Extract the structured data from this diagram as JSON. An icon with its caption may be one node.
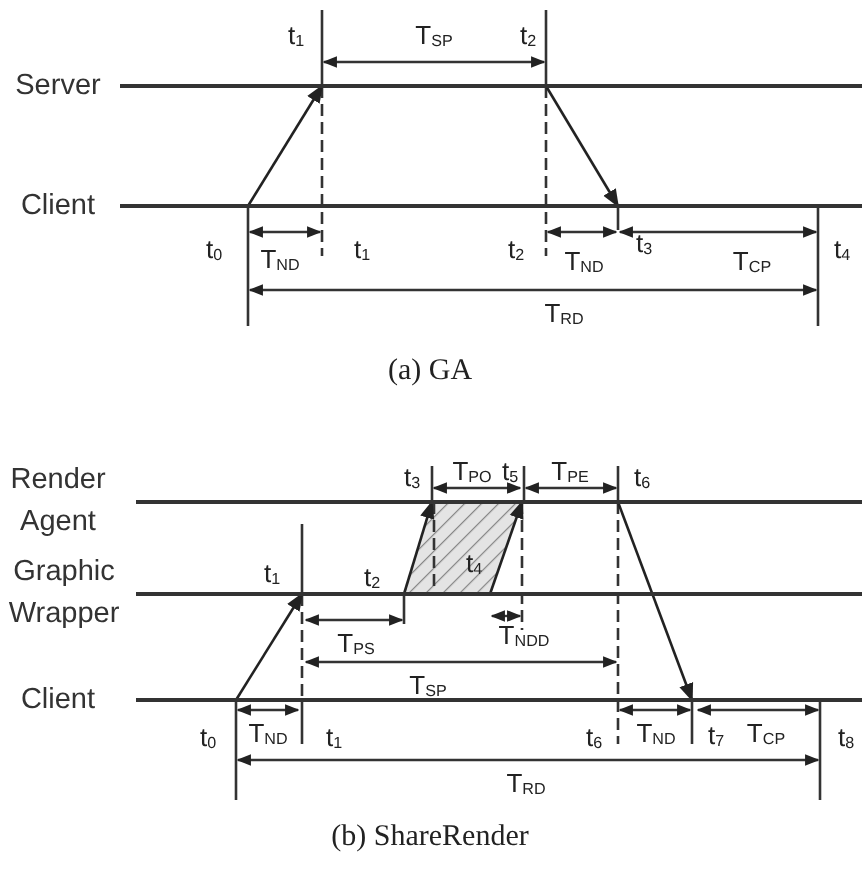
{
  "diagram": {
    "nodes": [
      {
        "text": [
          "Server"
        ]
      },
      {
        "text": [
          "Client"
        ]
      },
      {
        "text": [
          "Render Agent"
        ]
      },
      {
        "text": [
          "Graphic Wrapper"
        ]
      },
      {
        "text": [
          "Client"
        ]
      }
    ],
    "edges": [
      {
        "from": 1,
        "to": 0,
        "arrow": "to"
      },
      {
        "from": 0,
        "to": 1,
        "arrow": "to"
      },
      {
        "from": 4,
        "to": 3,
        "arrow": "to"
      },
      {
        "from": 3,
        "to": 2,
        "arrow": "to"
      },
      {
        "from": 3,
        "to": 2,
        "arrow": "to"
      },
      {
        "from": 2,
        "to": 4,
        "arrow": "to"
      }
    ],
    "labels": [
      "t$_{1}$",
      "T$_{SP}$",
      "t$_{2}$",
      "t$_{0}$",
      "T$_{ND}$",
      "t$_{1}$",
      "t$_{2}$",
      "T$_{ND}$",
      "t$_{3}$",
      "T$_{CP}$",
      "t$_{4}$",
      "T$_{RD}$",
      "(a) GA",
      "t$_{3}$",
      "T$_{PO}$",
      "t$_{5}$",
      "T$_{PE}$",
      "t$_{6}$",
      "t$_{1}$",
      "t$_{2}$",
      "t$_{4}$",
      "T$_{PS}$",
      "T$_{NDD}$",
      "T$_{SP}$",
      "t$_{0}$",
      "T$_{ND}$",
      "t$_{1}$",
      "t$_{6}$",
      "T$_{ND}$",
      "t$_{7}$",
      "T$_{CP}$",
      "t$_{8}$",
      "T$_{RD}$",
      "(b) ShareRender"
    ]
  }
}
